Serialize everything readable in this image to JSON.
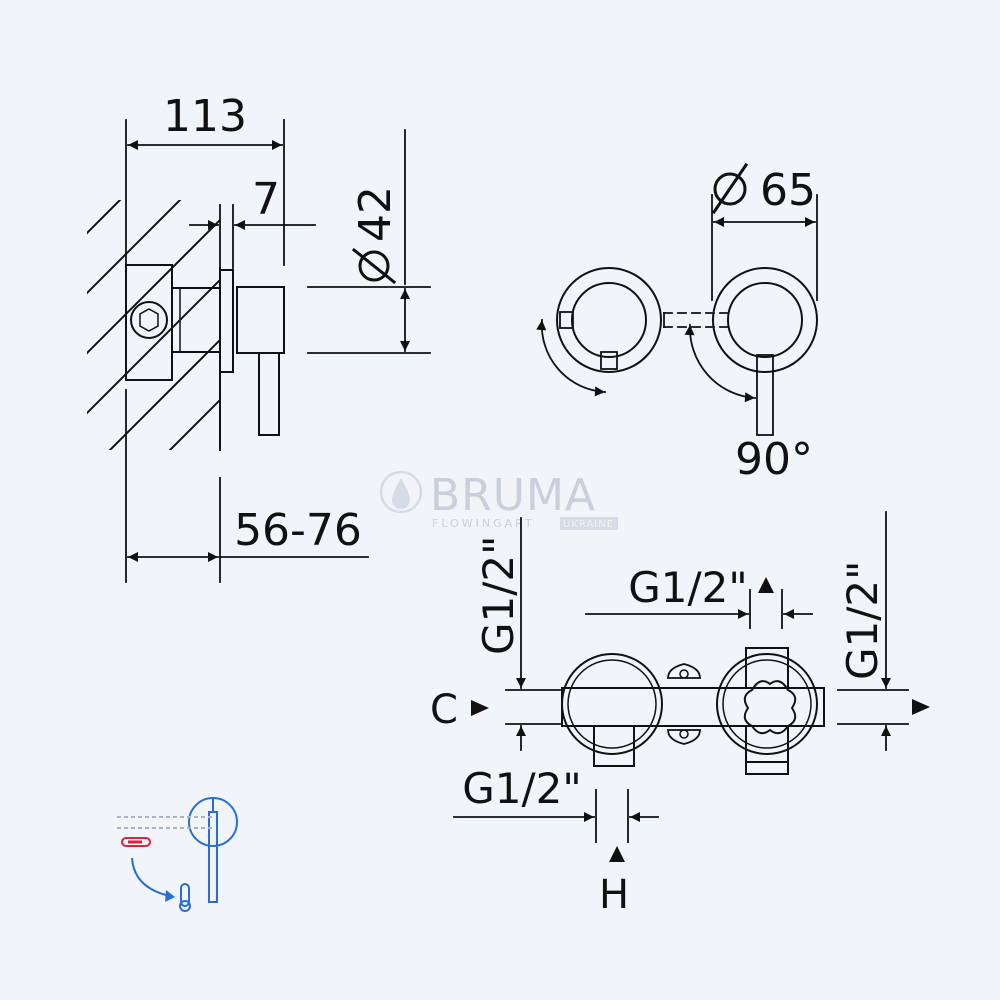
{
  "dimensions": {
    "overall_depth": "113",
    "plate_thickness": "7",
    "handle_diameter": "42",
    "rosette_diameter": "65",
    "installation_depth": "56-76",
    "rotation_angle": "90°"
  },
  "connections": {
    "left_vertical": "G1/2\"",
    "top_horizontal": "G1/2\"",
    "right_vertical": "G1/2\"",
    "bottom_horizontal": "G1/2\"",
    "cold_label": "C",
    "hot_label": "H"
  },
  "logo": {
    "brand": "BRUMA",
    "tagline_a": "FLOWINGART",
    "tagline_b": "UKRAINE"
  },
  "colors": {
    "background": "#f1f4f8",
    "line": "#111111",
    "hot": "#d9253a",
    "cold": "#2a6fd0",
    "icon_gray": "#a9b4c2",
    "watermark": "#c5cdd8"
  }
}
